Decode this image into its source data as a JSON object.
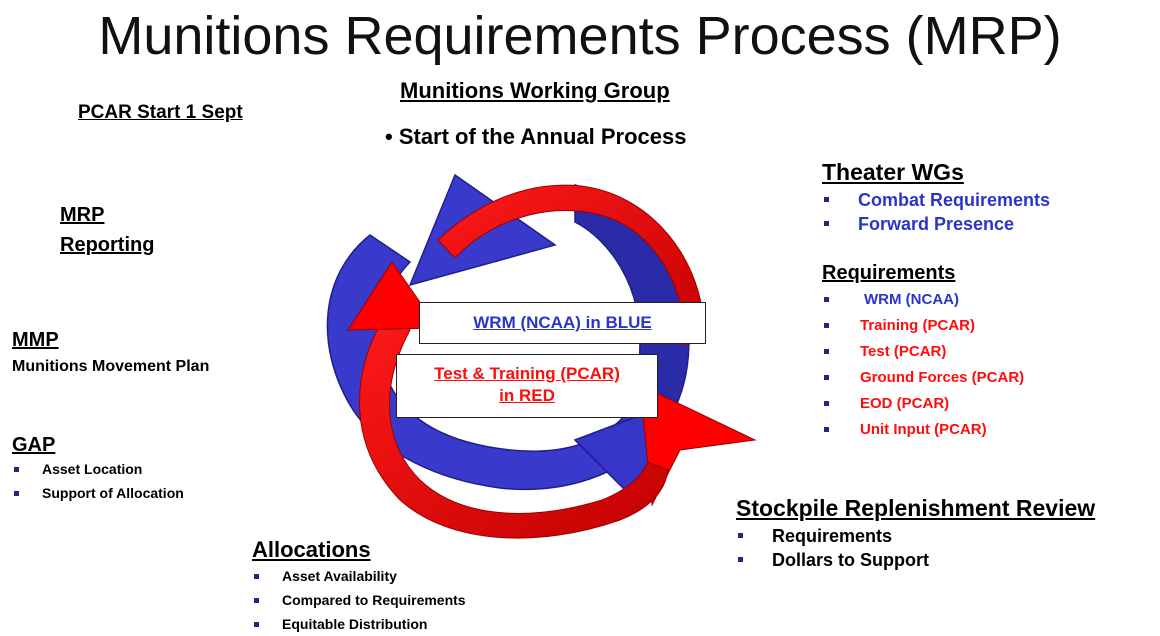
{
  "title": "Munitions Requirements Process (MRP)",
  "working_group": {
    "heading": "Munitions Working Group",
    "bullet": "• Start of the Annual Process"
  },
  "pcar_start": "PCAR Start 1 Sept",
  "mrp_reporting": {
    "line1": "MRP",
    "line2": "Reporting"
  },
  "mmp": {
    "heading": "MMP",
    "text": "Munitions Movement Plan"
  },
  "gap": {
    "heading": "GAP",
    "items": [
      "Asset Location",
      "Support of Allocation"
    ]
  },
  "allocations": {
    "heading": "Allocations",
    "items": [
      "Asset Availability",
      "Compared to Requirements",
      "Equitable Distribution"
    ]
  },
  "theater": {
    "heading": "Theater WGs",
    "items": [
      "Combat Requirements",
      "Forward Presence"
    ]
  },
  "requirements": {
    "heading": "Requirements",
    "items": [
      "WRM (NCAA)",
      "Training (PCAR)",
      "Test (PCAR)",
      "Ground Forces (PCAR)",
      "EOD (PCAR)",
      "Unit Input (PCAR)"
    ]
  },
  "stockpile": {
    "heading": "Stockpile Replenishment Review",
    "items": [
      "Requirements",
      "Dollars to Support"
    ]
  },
  "center": {
    "blue_label": "WRM (NCAA) in BLUE",
    "red_label_line1": "Test & Training (PCAR)",
    "red_label_line2": "in RED"
  },
  "colors": {
    "blue": "#2a35c9",
    "red": "#ff0d0d",
    "blue_arrow": "#3636c8",
    "red_arrow": "#ff0000"
  }
}
